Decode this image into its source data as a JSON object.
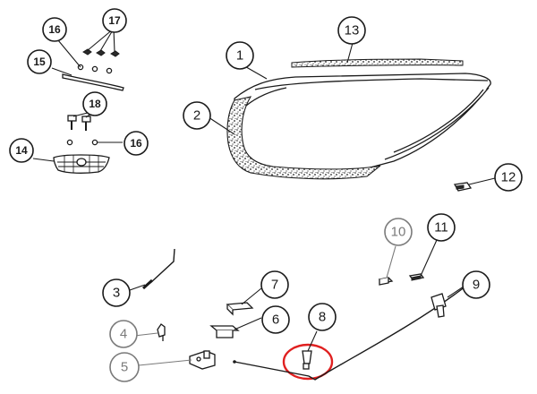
{
  "diagram": {
    "callouts": [
      {
        "id": "1",
        "label": "1"
      },
      {
        "id": "2",
        "label": "2"
      },
      {
        "id": "3",
        "label": "3"
      },
      {
        "id": "4",
        "label": "4"
      },
      {
        "id": "5",
        "label": "5"
      },
      {
        "id": "6",
        "label": "6"
      },
      {
        "id": "7",
        "label": "7"
      },
      {
        "id": "8",
        "label": "8"
      },
      {
        "id": "9",
        "label": "9"
      },
      {
        "id": "10",
        "label": "10"
      },
      {
        "id": "11",
        "label": "11"
      },
      {
        "id": "12",
        "label": "12"
      },
      {
        "id": "13",
        "label": "13"
      },
      {
        "id": "14",
        "label": "14"
      },
      {
        "id": "15",
        "label": "15"
      },
      {
        "id": "16a",
        "label": "16"
      },
      {
        "id": "16b",
        "label": "16"
      },
      {
        "id": "17",
        "label": "17"
      },
      {
        "id": "18",
        "label": "18"
      }
    ],
    "highlighted_part": "8",
    "colors": {
      "line": "#1a1a1a",
      "muted": "#7a7a7a",
      "highlight": "#e02020",
      "background": "#ffffff"
    }
  }
}
